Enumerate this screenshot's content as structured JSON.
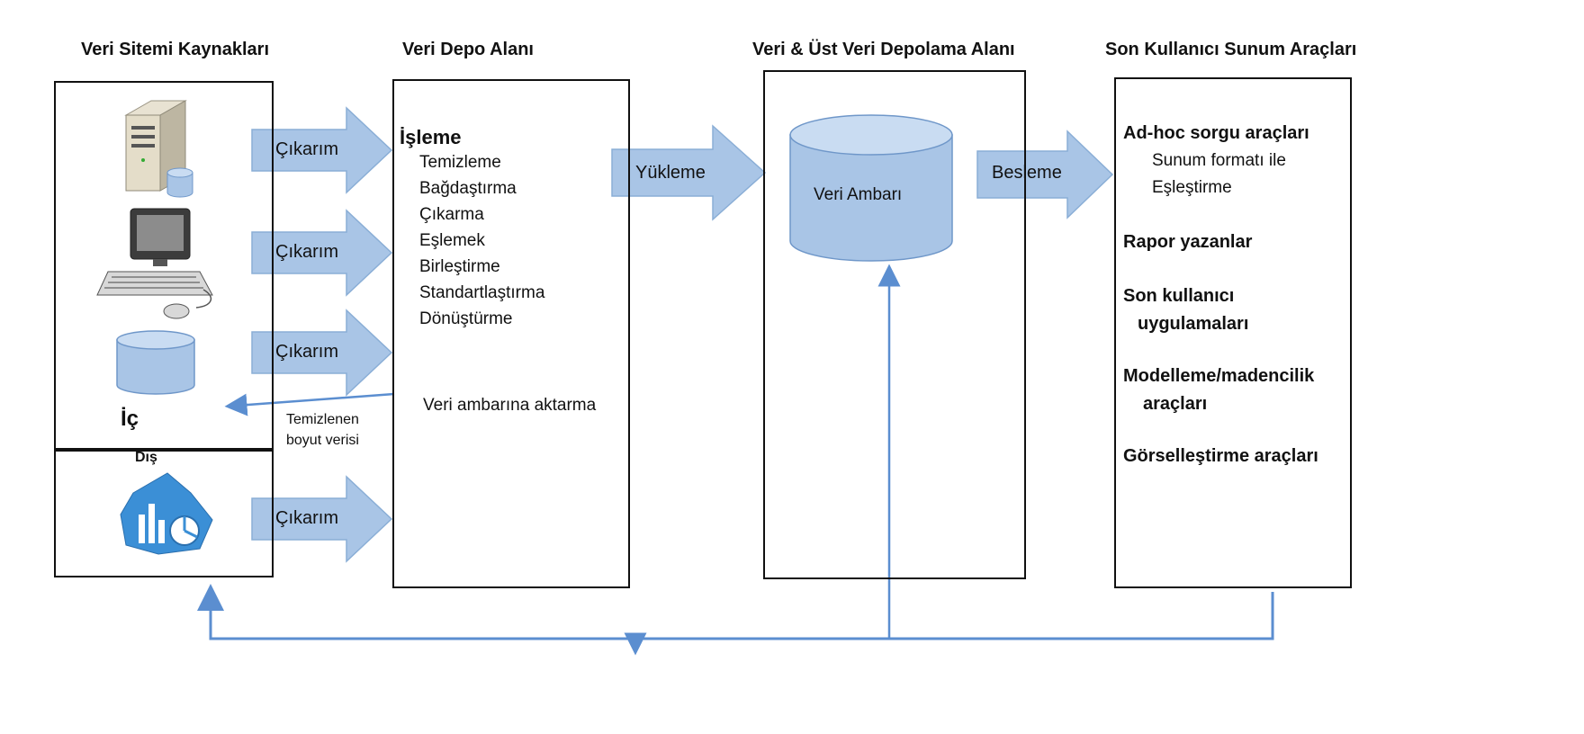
{
  "columns": {
    "sources": "Veri Sitemi Kaynakları",
    "staging": "Veri Depo Alanı",
    "storage": "Veri & Üst Veri Depolama Alanı",
    "presentation": "Son Kullanıcı Sunum Araçları"
  },
  "sources": {
    "internal_label": "İç",
    "external_label": "Dış"
  },
  "arrows": {
    "extract_1": "Çıkarım",
    "extract_2": "Çıkarım",
    "extract_3": "Çıkarım",
    "extract_4": "Çıkarım",
    "load": "Yükleme",
    "feed": "Besleme",
    "cleaned_line1": "Temizlenen",
    "cleaned_line2": "boyut verisi"
  },
  "staging": {
    "title": "İşleme",
    "steps": [
      "Temizleme",
      "Bağdaştırma",
      "Çıkarma",
      "Eşlemek",
      "Birleştirme",
      "Standartlaştırma",
      "Dönüştürme"
    ],
    "transfer": "Veri ambarına aktarma"
  },
  "storage": {
    "warehouse": "Veri Ambarı"
  },
  "tools": {
    "adhoc": "Ad-hoc sorgu araçları",
    "adhoc_sub1": "Sunum formatı ile",
    "adhoc_sub2": "Eşleştirme",
    "report": "Rapor yazanlar",
    "enduser1": "Son kullanıcı",
    "enduser2": "uygulamaları",
    "modeling1": "Modelleme/madencilik",
    "modeling2": "araçları",
    "visual": "Görselleştirme araçları"
  },
  "colors": {
    "arrow_fill": "#a9c5e6",
    "arrow_stroke": "#8aaed6",
    "line": "#5b8ed0",
    "cylinder_fill": "#a9c5e6",
    "cylinder_top": "#c9dcf2"
  }
}
